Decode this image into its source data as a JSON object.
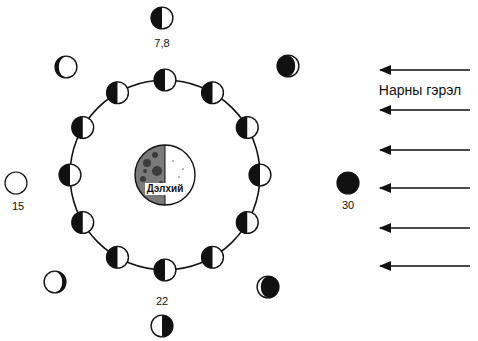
{
  "diagram": {
    "nodes": [
      {
        "text": [
          "Дэлхий"
        ]
      }
    ],
    "labels": [
      "7,8",
      "Нарны гэрэл",
      "15",
      "30",
      "22"
    ]
  }
}
